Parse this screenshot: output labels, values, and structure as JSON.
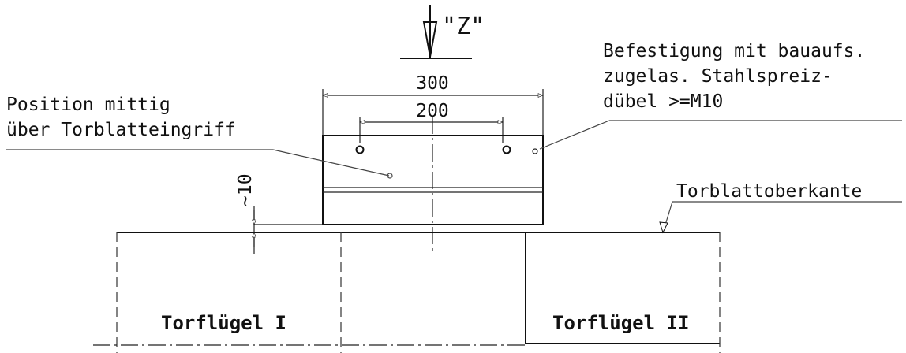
{
  "view_label": "\"Z\"",
  "dimensions": {
    "width_outer": "300",
    "width_holes": "200",
    "gap": "~10"
  },
  "annotations": {
    "position_line1": "Position mittig",
    "position_line2": "über Torblatteingriff",
    "fixing_line1": "Befestigung mit bauaufs.",
    "fixing_line2": "zugelas. Stahlspreiz-",
    "fixing_line3": "dübel >=M10",
    "top_edge": "Torblattoberkante"
  },
  "leaves": {
    "leaf_1": "Torflügel I",
    "leaf_2": "Torflügel II"
  }
}
